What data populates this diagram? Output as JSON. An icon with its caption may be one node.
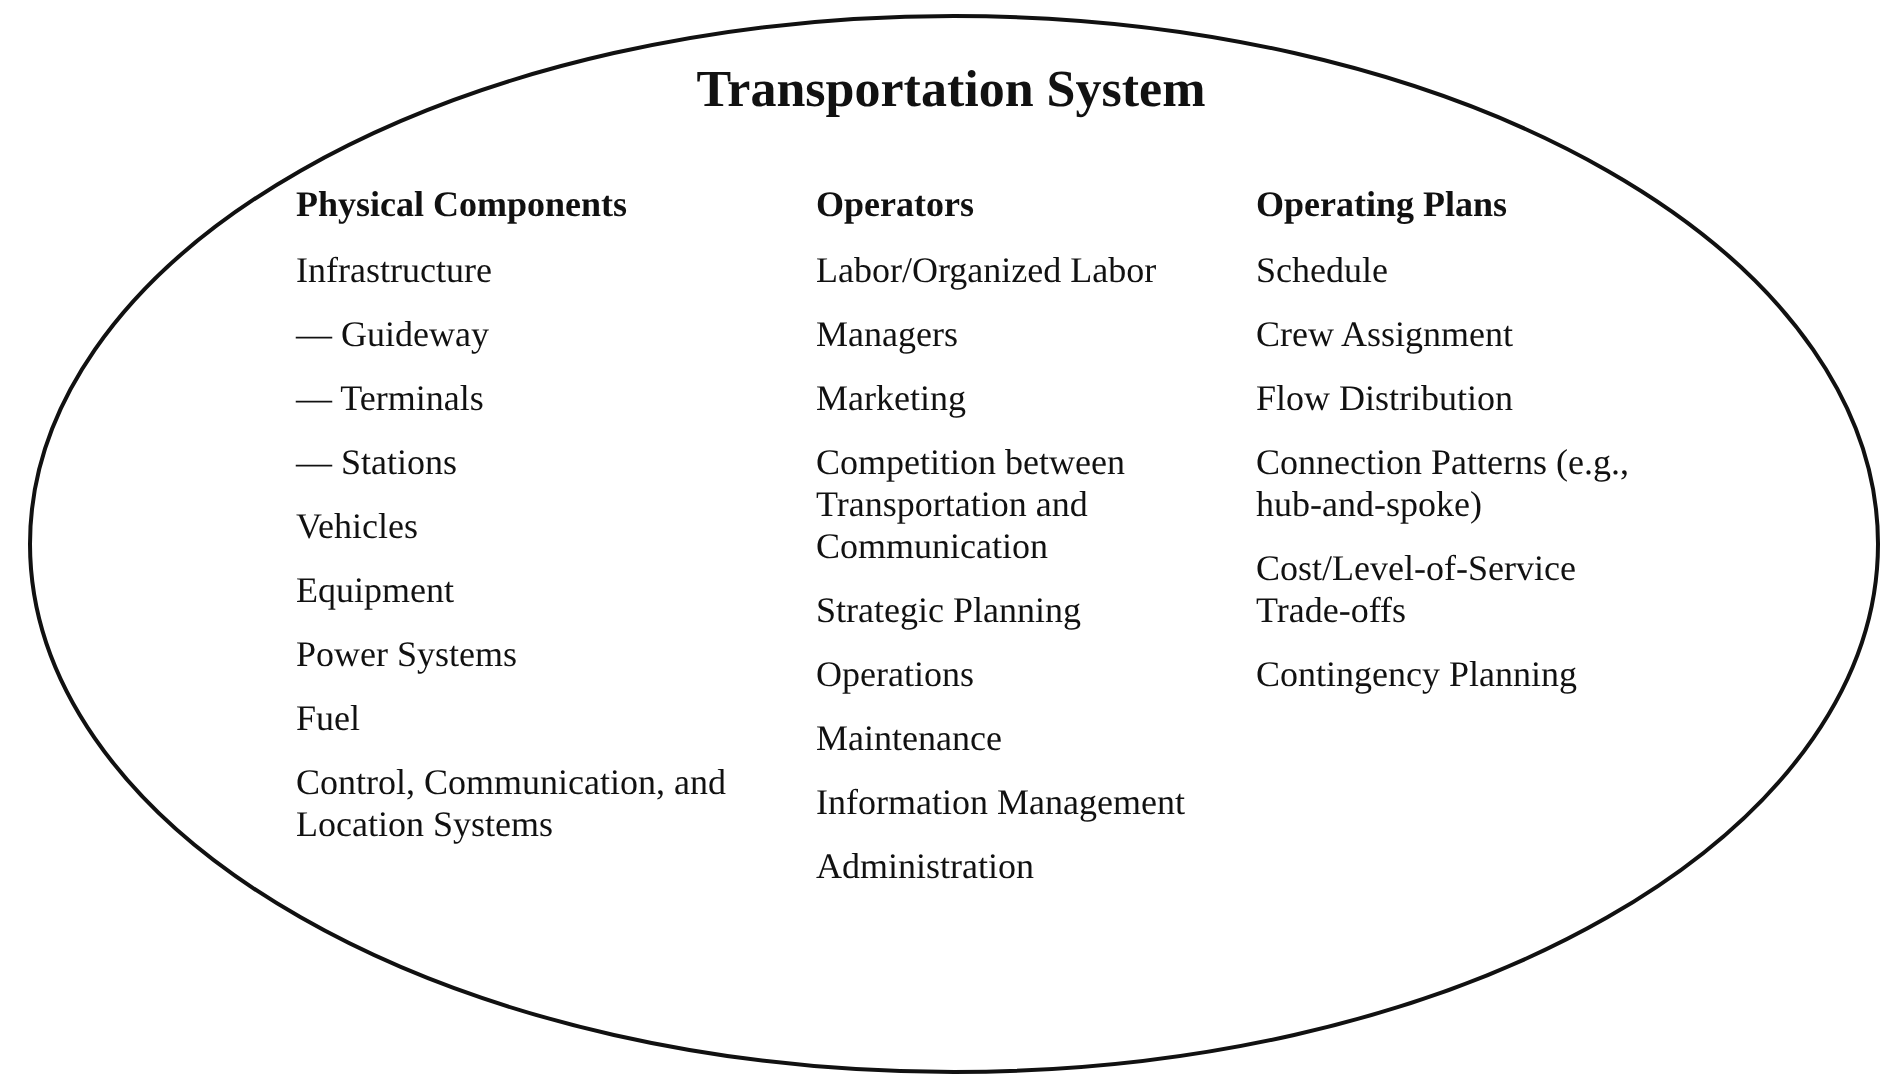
{
  "diagram": {
    "nodes": [
      {
        "text": [
          "Transportation System"
        ]
      },
      {
        "text": [
          "Physical Components",
          "Infrastructure",
          "— Guideway",
          "— Terminals",
          "— Stations",
          "Vehicles",
          "Equipment",
          "Power Systems",
          "Fuel",
          "Control, Communication, and Location Systems"
        ],
        "in": 0
      },
      {
        "text": [
          "Operators",
          "Labor/Organized Labor",
          "Managers",
          "Marketing",
          "Competition between Transportation and Communication",
          "Strategic Planning",
          "Operations",
          "Maintenance",
          "Information Management",
          "Administration"
        ],
        "in": 0
      },
      {
        "text": [
          "Operating Plans",
          "Schedule",
          "Crew Assignment",
          "Flow Distribution",
          "Connection Patterns (e.g., hub-and-spoke)",
          "Cost/Level-of-Service Trade-offs",
          "Contingency Planning"
        ],
        "in": 0
      }
    ]
  }
}
